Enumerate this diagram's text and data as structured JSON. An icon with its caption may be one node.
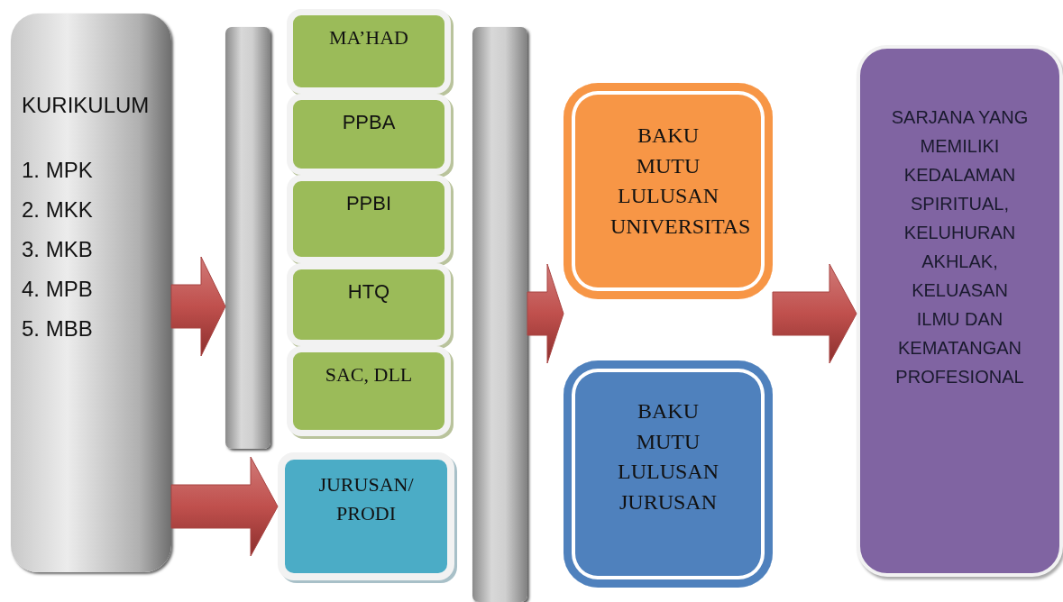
{
  "diagram": {
    "nodes": [
      {
        "text": [
          "KURIKULUM",
          "1. MPK",
          "2. MKK",
          "3. MKB",
          "4. MPB",
          "5. MBB"
        ]
      },
      {
        "text": [],
        "shape": "bar"
      },
      {
        "text": [
          "MA’HAD"
        ]
      },
      {
        "text": [
          "PPBA"
        ]
      },
      {
        "text": [
          "PPBI"
        ]
      },
      {
        "text": [
          "HTQ"
        ]
      },
      {
        "text": [
          "SAC, DLL"
        ]
      },
      {
        "text": [
          "JURUSAN/ PRODI"
        ]
      },
      {
        "text": [],
        "shape": "bar"
      },
      {
        "text": [
          "BAKU MUTU LULUSAN UNIVERSITAS"
        ]
      },
      {
        "text": [
          "BAKU MUTU LULUSAN JURUSAN"
        ]
      },
      {
        "text": [
          "SARJANA YANG MEMILIKI KEDALAMAN SPIRITUAL, KELUHURAN AKHLAK, KELUASAN ILMU DAN KEMATANGAN PROFESIONAL"
        ]
      }
    ],
    "edges": [
      {
        "from": 0,
        "to": 1,
        "arrow": "to"
      },
      {
        "from": 0,
        "to": 7,
        "arrow": "to"
      },
      {
        "from": 8,
        "to": 9,
        "arrow": "to"
      },
      {
        "from": 9,
        "to": 11,
        "arrow": "to"
      }
    ]
  }
}
